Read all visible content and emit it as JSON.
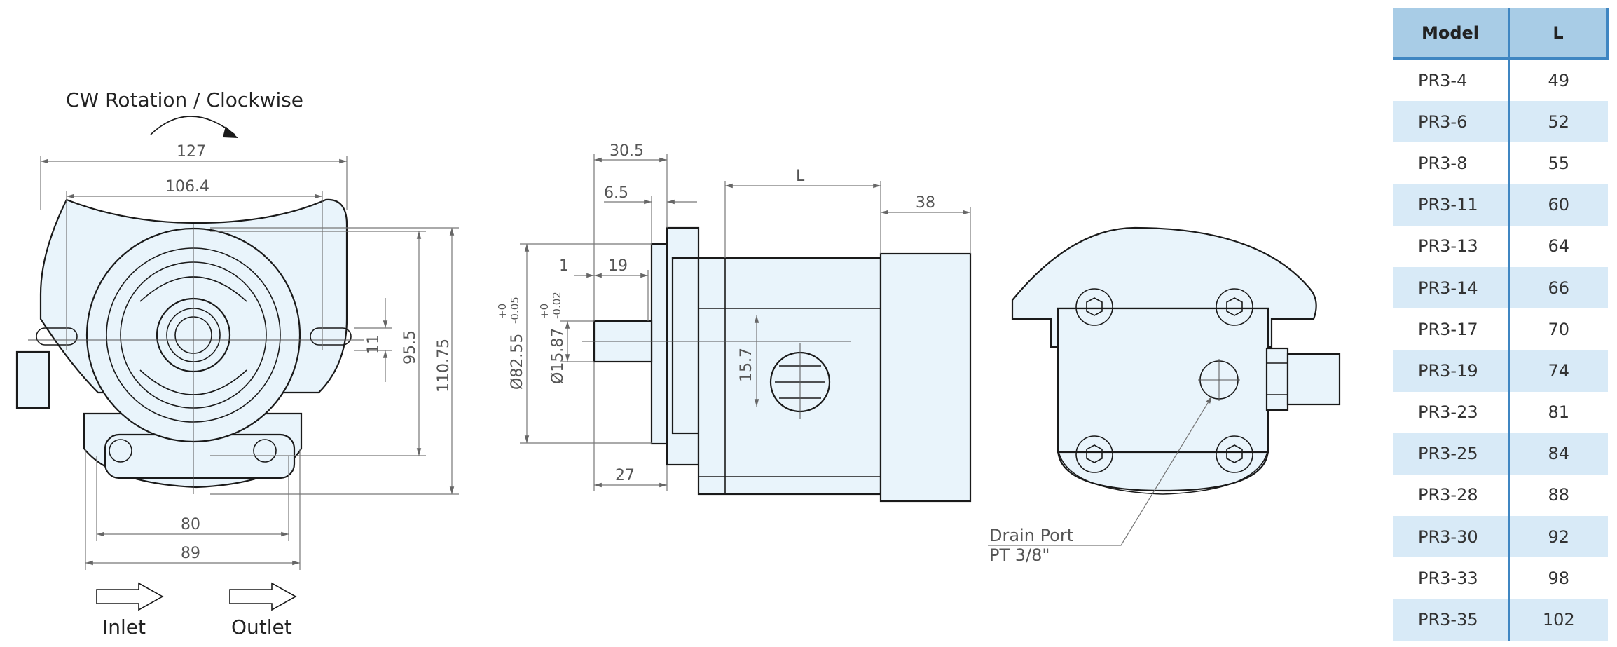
{
  "rotation_label": "CW Rotation / Clockwise",
  "inlet_label": "Inlet",
  "outlet_label": "Outlet",
  "drain_port": {
    "line1": "Drain Port",
    "line2": "PT 3/8\""
  },
  "front_dims": {
    "w127": "127",
    "w106": "106.4",
    "h11": "11",
    "h95": "95.5",
    "h110": "110.75",
    "w80": "80",
    "w89": "89"
  },
  "side_dims": {
    "d30": "30.5",
    "d6": "6.5",
    "d1": "1",
    "d19": "19",
    "dL": "L",
    "d38": "38",
    "d27": "27",
    "d15_7": "15.7",
    "dia82": "Ø82.55",
    "dia82_tol_up": "+0",
    "dia82_tol_lo": "-0.05",
    "dia15": "Ø15.87",
    "dia15_tol_up": "+0",
    "dia15_tol_lo": "-0.02"
  },
  "table": {
    "headers": [
      "Model",
      "L"
    ],
    "rows": [
      [
        "PR3-4",
        "49"
      ],
      [
        "PR3-6",
        "52"
      ],
      [
        "PR3-8",
        "55"
      ],
      [
        "PR3-11",
        "60"
      ],
      [
        "PR3-13",
        "64"
      ],
      [
        "PR3-14",
        "66"
      ],
      [
        "PR3-17",
        "70"
      ],
      [
        "PR3-19",
        "74"
      ],
      [
        "PR3-23",
        "81"
      ],
      [
        "PR3-25",
        "84"
      ],
      [
        "PR3-28",
        "88"
      ],
      [
        "PR3-30",
        "92"
      ],
      [
        "PR3-33",
        "98"
      ],
      [
        "PR3-35",
        "102"
      ]
    ]
  },
  "colors": {
    "header_bg": "#a8cce6",
    "row_shade": "#d8eaf7",
    "divider": "#3f86c2",
    "part_fill": "#e9f4fb"
  }
}
